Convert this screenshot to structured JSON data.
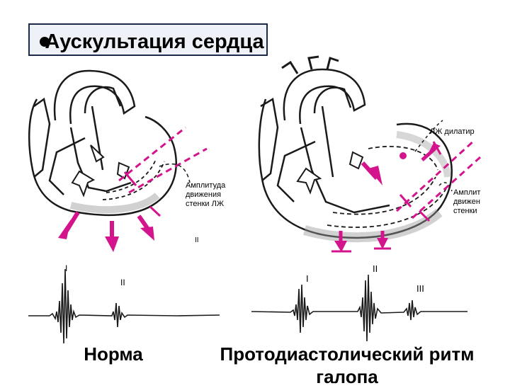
{
  "slide": {
    "title": "Аускультация сердца",
    "caption_left": "Норма",
    "caption_right": "Протодиастолический ритм галопа"
  },
  "left_heart": {
    "annotation_line1": "Амплитуда",
    "annotation_line2": "движения",
    "annotation_line3": "стенки ЛЖ",
    "tone_label": "II"
  },
  "right_heart": {
    "annotation_top": "ЛЖ дилатир",
    "annotation_line1": "Амплит",
    "annotation_line2": "движен",
    "annotation_line3": "стенки"
  },
  "pcg_left": {
    "tone1": "I",
    "tone2": "II"
  },
  "pcg_right": {
    "tone1": "I",
    "tone2": "II",
    "tone3": "III"
  },
  "colors": {
    "accent": "#d4148c",
    "outline": "#1a1a1a",
    "title_border": "#1b2a4a"
  }
}
